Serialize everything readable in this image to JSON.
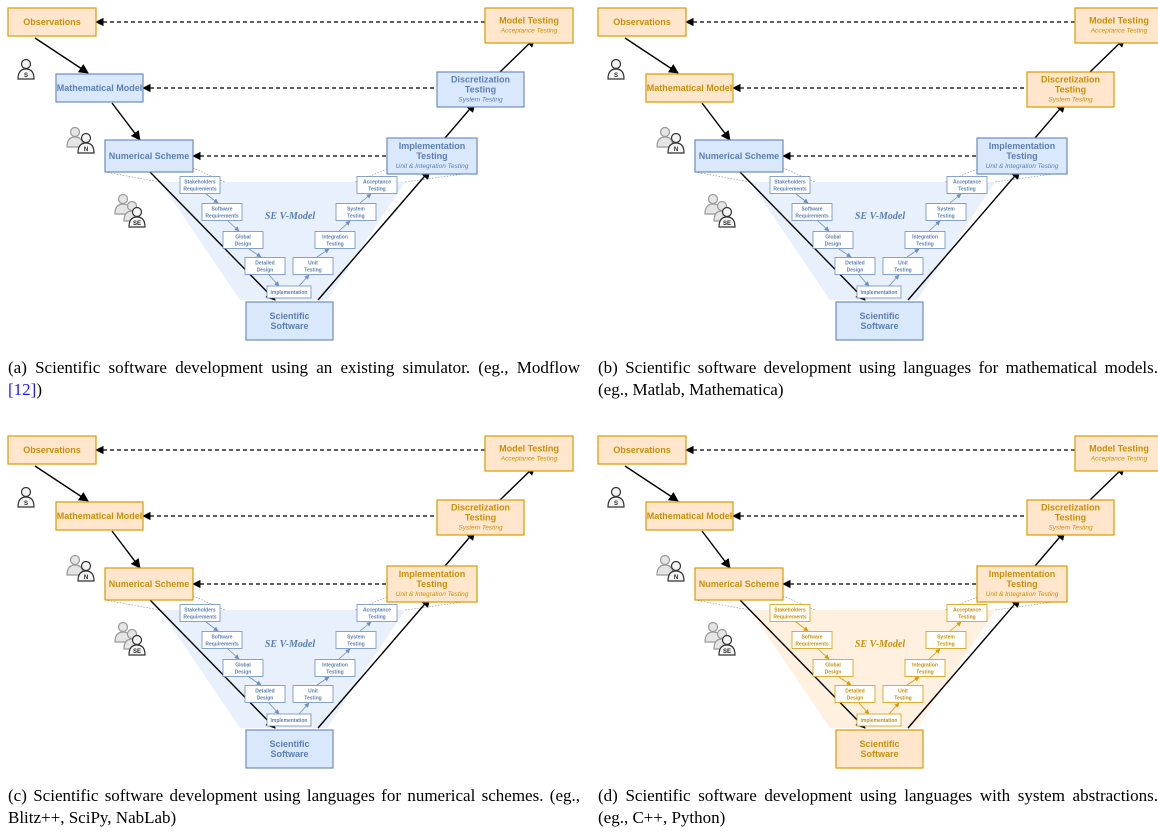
{
  "palette": {
    "blue_fill": "#dae8fc",
    "blue_stroke": "#6c8ebf",
    "blue_text": "#5b7fb3",
    "blue_band": "#e8f0fb",
    "orange_fill": "#ffe6cc",
    "orange_stroke": "#d79b00",
    "orange_text": "#c7900a",
    "orange_band": "#fff0df",
    "arrow": "#000000",
    "person_grey": "#9a9a9a",
    "person_dark": "#333333"
  },
  "labels": {
    "observations": "Observations",
    "mathematical_model": "Mathematical Model",
    "numerical_scheme": "Numerical Scheme",
    "scientific_software": [
      "Scientific",
      "Software"
    ],
    "model_testing": "Model Testing",
    "acceptance_testing_sub": "Acceptance Testing",
    "discretization_testing": [
      "Discretization",
      "Testing"
    ],
    "system_testing_sub": "System Testing",
    "implementation_testing": [
      "Implementation",
      "Testing"
    ],
    "unit_integration_sub": "Unit & Integration Testing",
    "se_vmodel": "SE V-Model",
    "v_left": [
      [
        "Stakeholders",
        "Requirements"
      ],
      [
        "Software",
        "Requirements"
      ],
      [
        "Global",
        "Design"
      ],
      [
        "Detailed",
        "Design"
      ]
    ],
    "v_bottom": "Implementation",
    "v_right": [
      [
        "Acceptance",
        "Testing"
      ],
      [
        "System",
        "Testing"
      ],
      [
        "Integration",
        "Testing"
      ],
      [
        "Unit",
        "Testing"
      ]
    ],
    "person_s": "S",
    "person_n": "N",
    "person_se": "SE"
  },
  "panels": [
    {
      "id": "a",
      "orange_level": 1,
      "caption_label": "(a)",
      "caption_text": "Scientific software development using an existing simulator. (eg., Modflow ",
      "caption_ref": "[12]",
      "caption_end": ")"
    },
    {
      "id": "b",
      "orange_level": 2,
      "caption_label": "(b)",
      "caption_text": "Scientific software development using languages for mathematical models. (eg., Matlab, Mathematica)",
      "caption_ref": "",
      "caption_end": ""
    },
    {
      "id": "c",
      "orange_level": 3,
      "caption_label": "(c)",
      "caption_text": "Scientific software development using languages for numerical schemes. (eg., Blitz++, SciPy, NabLab)",
      "caption_ref": "",
      "caption_end": ""
    },
    {
      "id": "d",
      "orange_level": 4,
      "caption_label": "(d)",
      "caption_text": "Scientific software development using languages with system abstractions. (eg., C++, Python)",
      "caption_ref": "",
      "caption_end": ""
    }
  ]
}
